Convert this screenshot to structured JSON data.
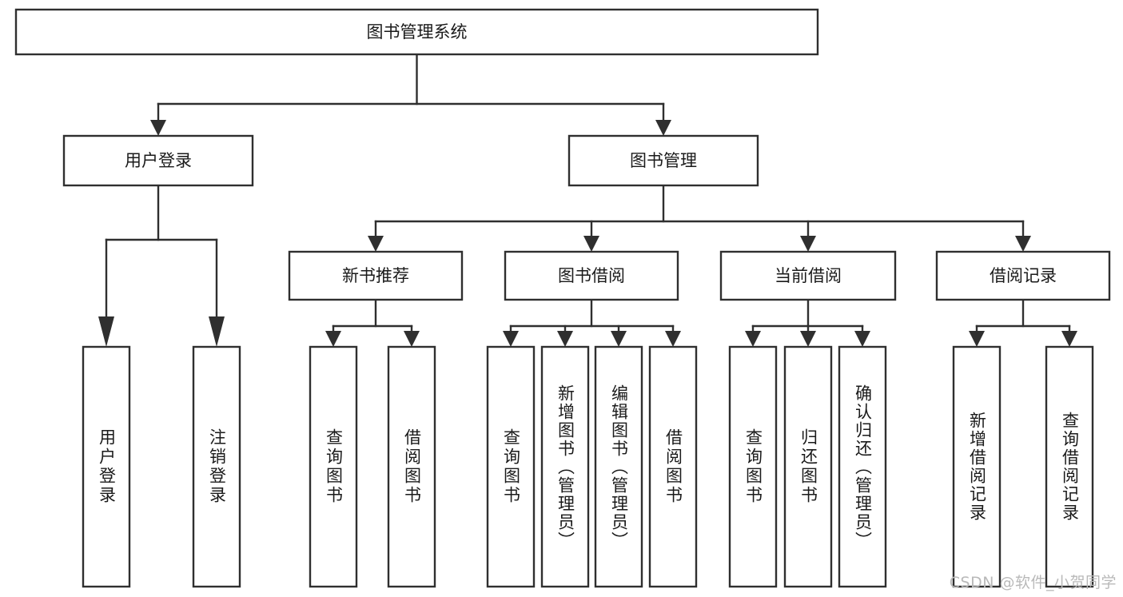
{
  "diagram": {
    "type": "tree-hierarchy",
    "title": "图书管理系统",
    "watermark": "CSDN @软件_小贺同学",
    "stroke_color": "#2f2f2f",
    "fill_color": "#ffffff",
    "text_color": "#1a1a1a",
    "watermark_color": "#b9b9b9",
    "levels": [
      {
        "level": 0,
        "orientation": "horizontal",
        "nodes": [
          {
            "id": "root",
            "label": "图书管理系统"
          }
        ]
      },
      {
        "level": 1,
        "orientation": "horizontal",
        "nodes": [
          {
            "id": "login",
            "label": "用户登录",
            "parent": "root"
          },
          {
            "id": "bookmgmt",
            "label": "图书管理",
            "parent": "root"
          }
        ]
      },
      {
        "level": 2,
        "orientation": "horizontal",
        "nodes": [
          {
            "id": "newbook",
            "label": "新书推荐",
            "parent": "bookmgmt"
          },
          {
            "id": "borrow",
            "label": "图书借阅",
            "parent": "bookmgmt"
          },
          {
            "id": "current",
            "label": "当前借阅",
            "parent": "bookmgmt"
          },
          {
            "id": "record",
            "label": "借阅记录",
            "parent": "bookmgmt"
          }
        ]
      },
      {
        "level": 3,
        "orientation": "vertical",
        "nodes": [
          {
            "id": "leaf1",
            "label": "用户登录",
            "parent": "login"
          },
          {
            "id": "leaf2",
            "label": "注销登录",
            "parent": "login"
          },
          {
            "id": "leaf3",
            "label": "查询图书",
            "parent": "newbook"
          },
          {
            "id": "leaf4",
            "label": "借阅图书",
            "parent": "newbook"
          },
          {
            "id": "leaf5",
            "label": "查询图书",
            "parent": "borrow"
          },
          {
            "id": "leaf6",
            "label": "新增图书（管理员）",
            "parent": "borrow"
          },
          {
            "id": "leaf7",
            "label": "编辑图书（管理员）",
            "parent": "borrow"
          },
          {
            "id": "leaf8",
            "label": "借阅图书",
            "parent": "borrow"
          },
          {
            "id": "leaf9",
            "label": "查询图书",
            "parent": "current"
          },
          {
            "id": "leaf10",
            "label": "归还图书",
            "parent": "current"
          },
          {
            "id": "leaf11",
            "label": "确认归还（管理员）",
            "parent": "current"
          },
          {
            "id": "leaf12",
            "label": "新增借阅记录",
            "parent": "record"
          },
          {
            "id": "leaf13",
            "label": "查询借阅记录",
            "parent": "record"
          }
        ]
      }
    ]
  }
}
